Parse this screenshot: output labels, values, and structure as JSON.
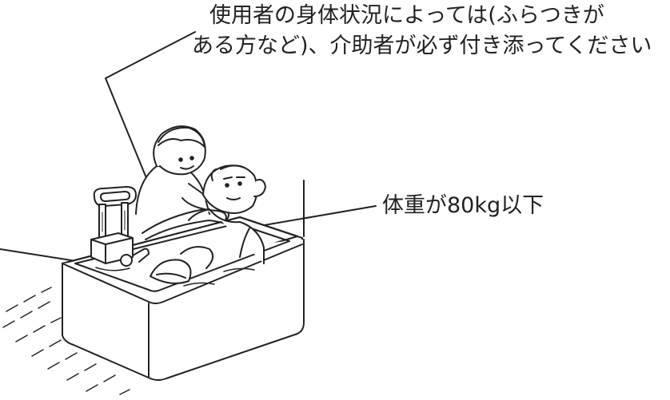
{
  "caution": {
    "line1": "使用者の身体状況によっては(ふらつきが",
    "line2": "ある方など)、介助者が必ず付き添ってください"
  },
  "weight_label": "体重が80kg以下",
  "colors": {
    "ink": "#222222",
    "background": "#ffffff"
  }
}
